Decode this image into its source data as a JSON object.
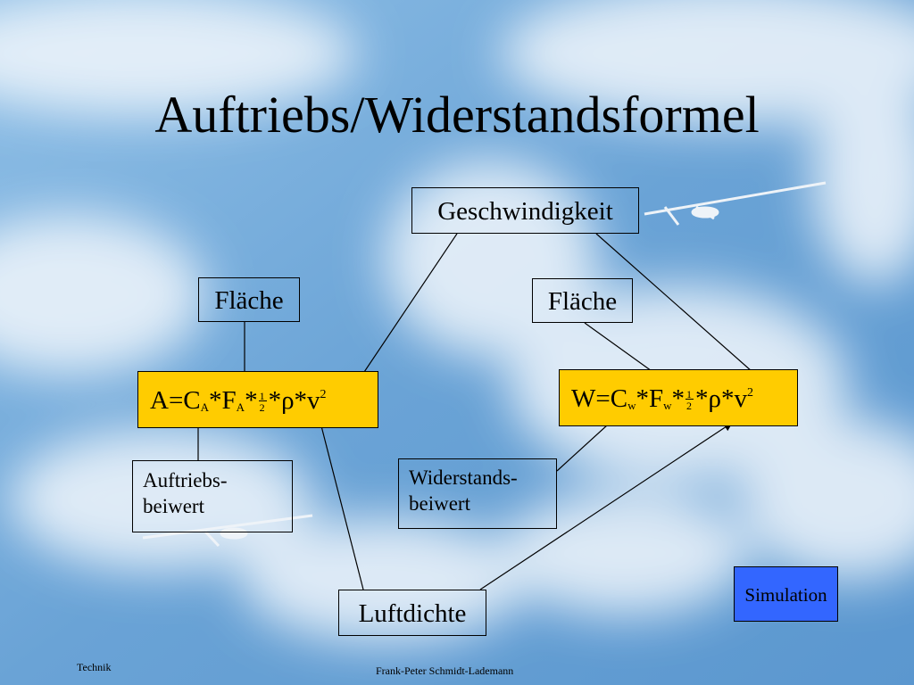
{
  "slide": {
    "title": "Auftriebs/Widerstandsformel",
    "boxes": {
      "geschwindigkeit": "Geschwindigkeit",
      "flaeche_left": "Fläche",
      "flaeche_right": "Fläche",
      "auftriebs_line1": "Auftriebs-",
      "auftriebs_line2": "beiwert",
      "widerstands_line1": "Widerstands-",
      "widerstands_line2": "beiwert",
      "luftdichte": "Luftdichte"
    },
    "formula_lift": {
      "p1": "A=C",
      "sub1": "A",
      "p2": "*F",
      "sub2": "A",
      "p3": "*",
      "num": "1",
      "den": "2",
      "p4": "*ρ*v",
      "sup": "2"
    },
    "formula_drag": {
      "p1": "W=C",
      "sub1": "w",
      "p2": "*F",
      "sub2": "w",
      "p3": "*",
      "num": "1",
      "den": "2",
      "p4": "*ρ*v",
      "sup": "2"
    },
    "simulation_button": "Simulation",
    "footer_left": "Technik",
    "footer_center": "Frank-Peter Schmidt-Lademann",
    "colors": {
      "formula_bg": "#ffcc00",
      "button_bg": "#3366ff",
      "sky": "#6fa8d8"
    }
  }
}
